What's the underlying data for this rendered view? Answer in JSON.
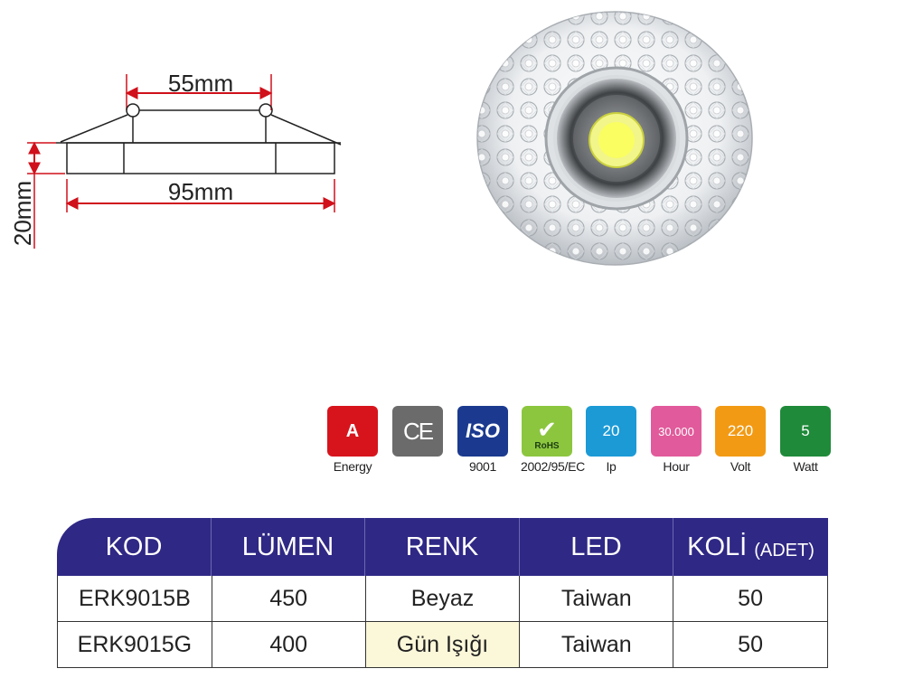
{
  "drawing": {
    "top_width": "55mm",
    "bottom_width": "95mm",
    "height": "20mm"
  },
  "badges": [
    {
      "label": "A",
      "caption": "Energy",
      "color": "#d7141c"
    },
    {
      "label": "CE",
      "caption": "",
      "color": "#6b6b6b"
    },
    {
      "label": "ISO",
      "caption": "9001",
      "color": "#1b3a8f"
    },
    {
      "label": "RoHS",
      "caption": "2002/95/EC",
      "color": "#8cc63f"
    },
    {
      "label": "20",
      "caption": "Ip",
      "color": "#1b9ad6"
    },
    {
      "label": "30.000",
      "caption": "Hour",
      "color": "#e15a9b"
    },
    {
      "label": "220",
      "caption": "Volt",
      "color": "#f29a14"
    },
    {
      "label": "5",
      "caption": "Watt",
      "color": "#1f8a3a"
    }
  ],
  "table": {
    "header_color": "#2f2885",
    "highlight_color": "#fbf7d9",
    "headers": [
      "KOD",
      "LÜMEN",
      "RENK",
      "LED",
      "KOLİ"
    ],
    "header_suffix": "(ADET)",
    "rows": [
      [
        "ERK9015B",
        "450",
        "Beyaz",
        "Taiwan",
        "50"
      ],
      [
        "ERK9015G",
        "400",
        "Gün Işığı",
        "Taiwan",
        "50"
      ]
    ]
  }
}
